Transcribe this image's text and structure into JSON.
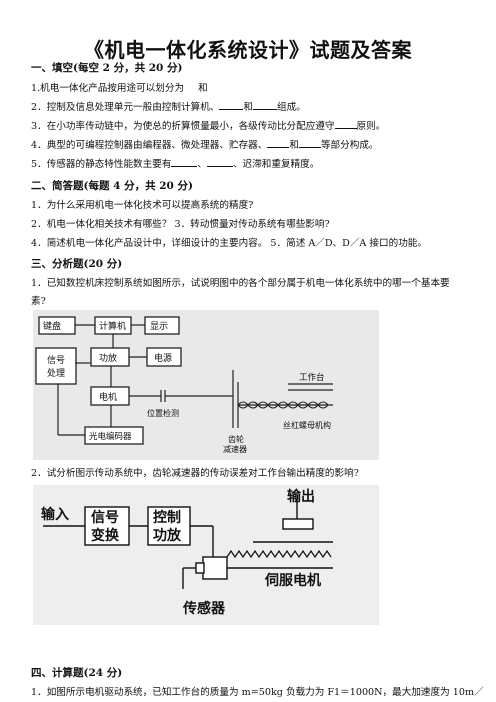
{
  "title": "《机电一体化系统设计》试题及答案",
  "sections": {
    "fill": {
      "heading": "一、填空(每空 2 分，共 20 分)",
      "q1": "1.机电一体化产品按用途可以划分为",
      "q1_tail": "和",
      "q2_a": "2．控制及信息处理单元一般由控制计算机、",
      "q2_b": "和",
      "q2_c": "组成。",
      "q3_a": "3．在小功率传动链中，为使总的折算惯量最小，各级传动比分配应遵守",
      "q3_b": "原则。",
      "q4_a": "4．典型的可编程控制器由编程器、微处理器、贮存器、",
      "q4_b": "和",
      "q4_c": "等部分构成。",
      "q5_a": "5．传感器的静态特性能数主要有",
      "q5_b": "、",
      "q5_c": "、迟滞和重复精度。"
    },
    "short": {
      "heading": "二、简答题(每题 4 分，共 20 分)",
      "q1": "1．为什么采用机电一体化技术可以提高系统的精度?",
      "q2": "2．机电一体化相关技术有哪些？  3．转动惯量对传动系统有哪些影响?",
      "q3": "4．简述机电一体化产品设计中，详细设计的主要内容。  5．简述 A／D、D／A 接口的功能。"
    },
    "analysis": {
      "heading": "三、分析题(20 分)",
      "q1_line1": "1．已知数控机床控制系统如图所示，试说明图中的各个部分属于机电一体化系统中的哪一个基本要",
      "q1_line2": "素?",
      "q2": "2．试分析图示传动系统中，齿轮减速器的传动误差对工作台输出精度的影响?"
    },
    "calc": {
      "heading": "四、计算题(24 分)",
      "q1": "1．如图所示电机驱动系统，已知工作台的质量为 m=50kg 负载力为 F1＝1000N，最大加速度为 10m／"
    }
  },
  "figure1": {
    "keyboard": "键盘",
    "computer": "计算机",
    "display": "显示",
    "signal1": "信号",
    "signal2": "处理",
    "amp": "功放",
    "power": "电源",
    "motor": "电机",
    "sensor": "位置检测",
    "encoder": "光电编码器",
    "reducer1": "齿轮",
    "reducer2": "减速器",
    "table": "工作台",
    "screw": "丝杠螺母机构"
  },
  "figure2": {
    "input": "输入",
    "signal1": "信号",
    "signal2": "变换",
    "control1": "控制",
    "control2": "功放",
    "output": "输出",
    "servo": "伺服电机",
    "sensor": "传感器"
  }
}
